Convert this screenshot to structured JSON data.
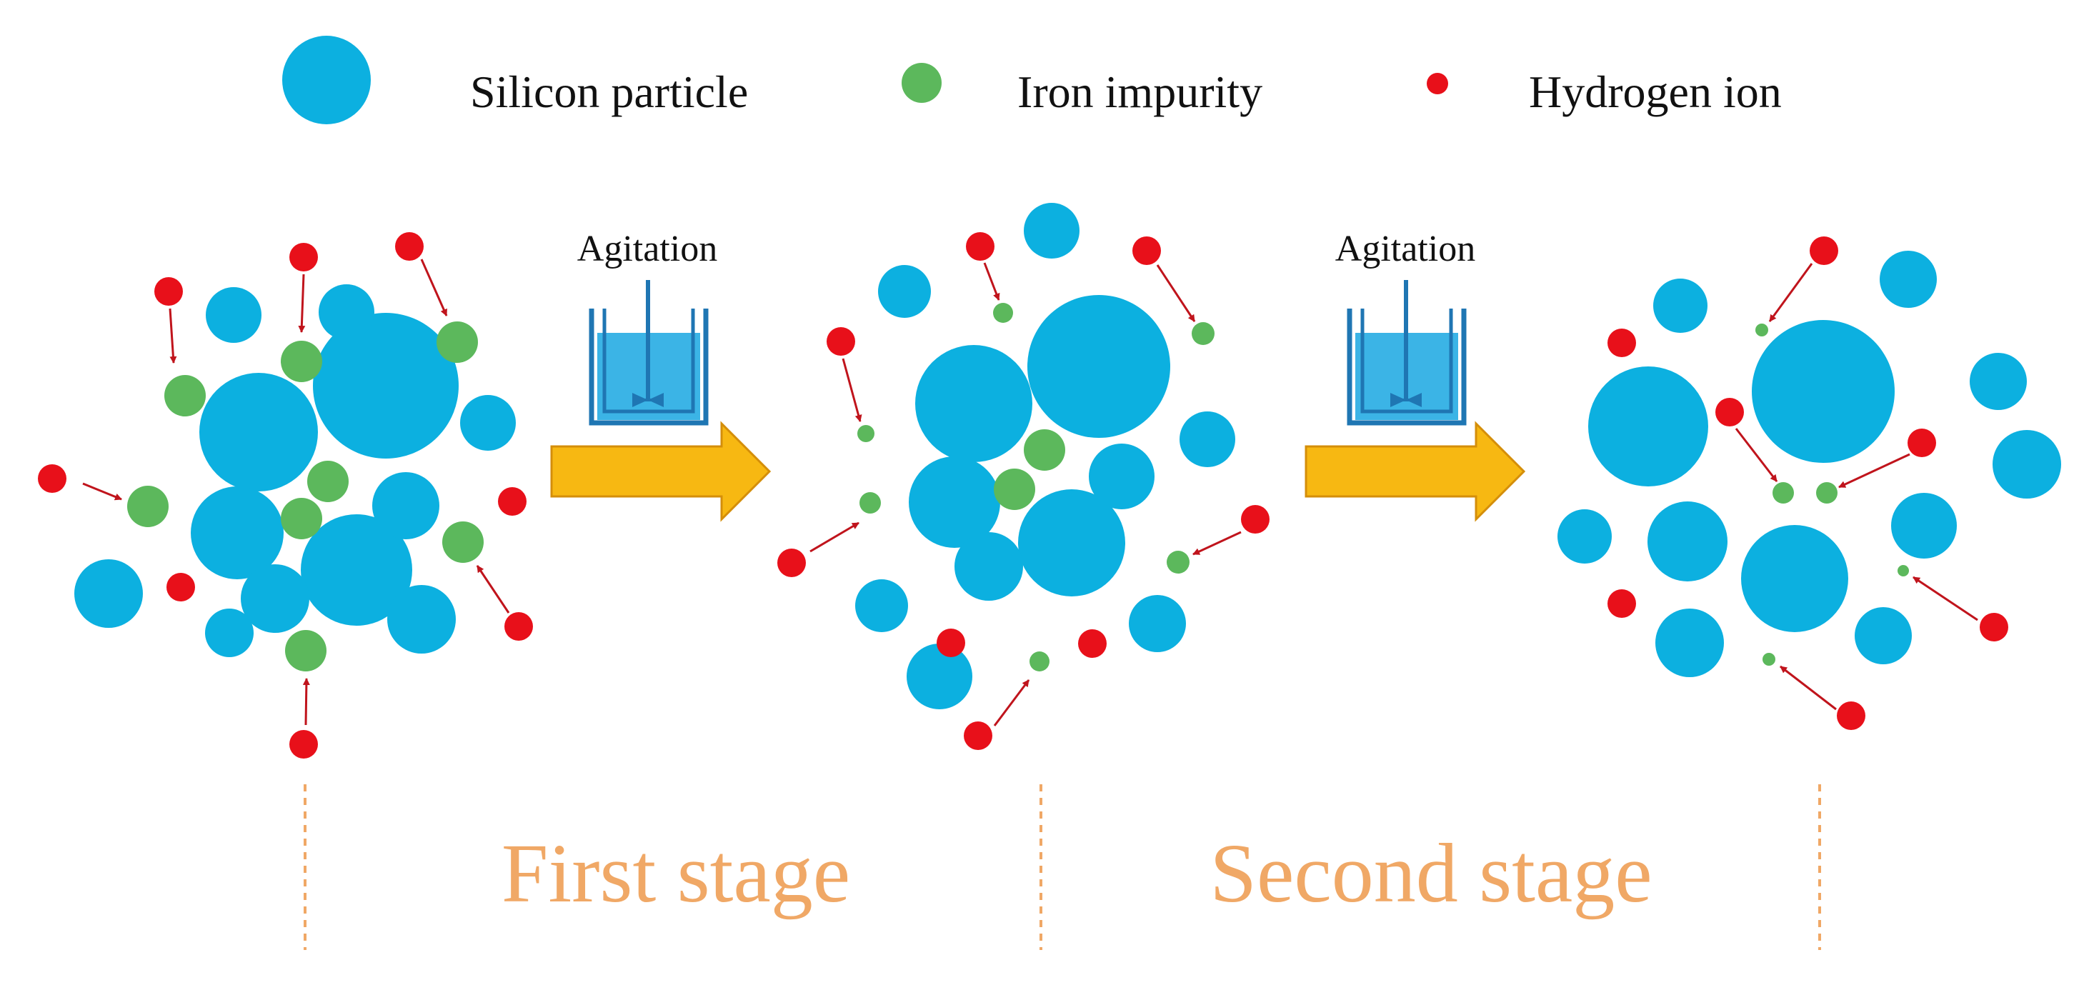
{
  "legend": {
    "silicon_particle": "Silicon particle",
    "iron_impurity": "Iron impurity",
    "hydrogen_ion": "Hydrogen ion"
  },
  "process": {
    "step1_label": "Agitation",
    "step2_label": "Agitation"
  },
  "stages": {
    "first": "First stage",
    "second": "Second stage"
  },
  "colors": {
    "silicon": "#0cb0e0",
    "iron": "#5cb85c",
    "hydrogen": "#e8101a",
    "arrow_red": "#c0141c",
    "process_arrow": "#f7b812",
    "process_arrow_edge": "#d48e0a",
    "stage_text": "#f0a866",
    "tank_edge": "#1f76b3",
    "tank_fill": "#3bb4e6"
  }
}
